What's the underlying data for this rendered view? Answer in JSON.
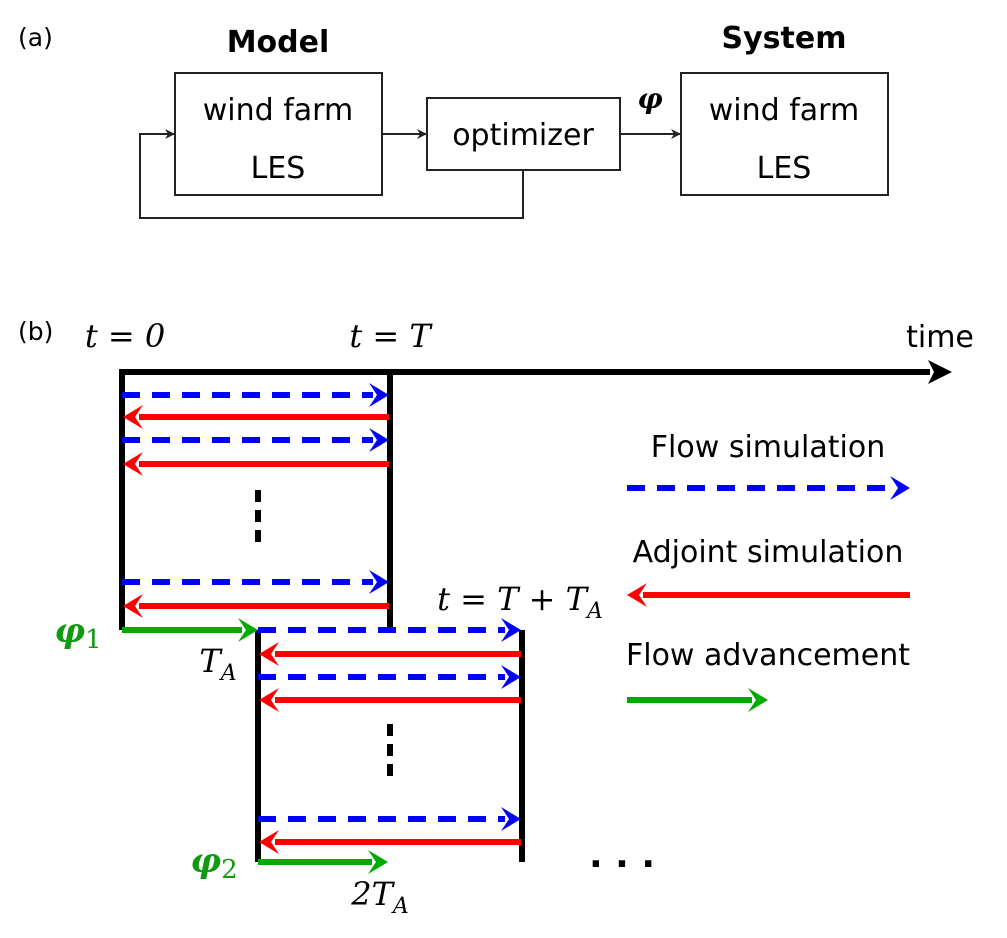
{
  "panel_a": {
    "label": "(a)",
    "model_title": "Model",
    "system_title": "System",
    "model_box_line1": "wind farm",
    "model_box_line2": "LES",
    "optimizer_label": "optimizer",
    "system_box_line1": "wind farm",
    "system_box_line2": "LES",
    "control_symbol": "φ"
  },
  "panel_b": {
    "label": "(b)",
    "t0_label": "t = 0",
    "tT_label": "t = T",
    "time_label": "time",
    "tTA_label": "t = T + T",
    "tTA_sub": "A",
    "TA_label": "T",
    "TA_sub": "A",
    "twoTA_label": "2T",
    "twoTA_sub": "A",
    "phi1": "φ",
    "phi1_sub": "1",
    "phi2": "φ",
    "phi2_sub": "2",
    "ellipsis": "· · ·"
  },
  "legend": {
    "items": [
      {
        "label": "Flow simulation",
        "style": "dashed",
        "direction": "right",
        "color": "#0000ff"
      },
      {
        "label": "Adjoint simulation",
        "style": "solid",
        "direction": "left",
        "color": "#ff0000"
      },
      {
        "label": "Flow advancement",
        "style": "solid",
        "direction": "right",
        "color": "#00aa00"
      }
    ]
  },
  "colors": {
    "flow": "#0000ff",
    "adjoint": "#ff0000",
    "advancement": "#00aa00",
    "phi_text": "#119911"
  }
}
